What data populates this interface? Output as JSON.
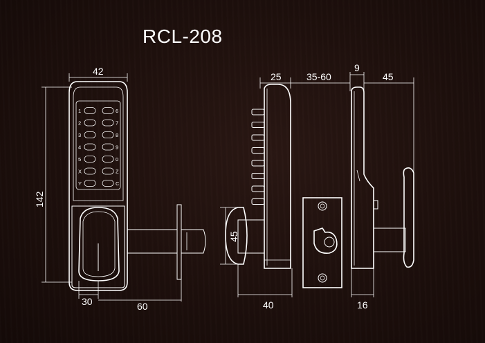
{
  "title": "RCL-208",
  "dimensions": {
    "front_width": "42",
    "front_height": "142",
    "lever_width": "30",
    "spindle_length": "60",
    "side_body_depth": "25",
    "door_thickness": "35-60",
    "back_plate_depth": "9",
    "handle_depth": "45",
    "knob_diameter": "45",
    "side_total": "40",
    "back_width": "16"
  },
  "keypad": {
    "left_keys": [
      "1",
      "2",
      "3",
      "4",
      "5",
      "X",
      "Y"
    ],
    "right_keys": [
      "6",
      "7",
      "8",
      "9",
      "0",
      "Z",
      "C"
    ]
  }
}
